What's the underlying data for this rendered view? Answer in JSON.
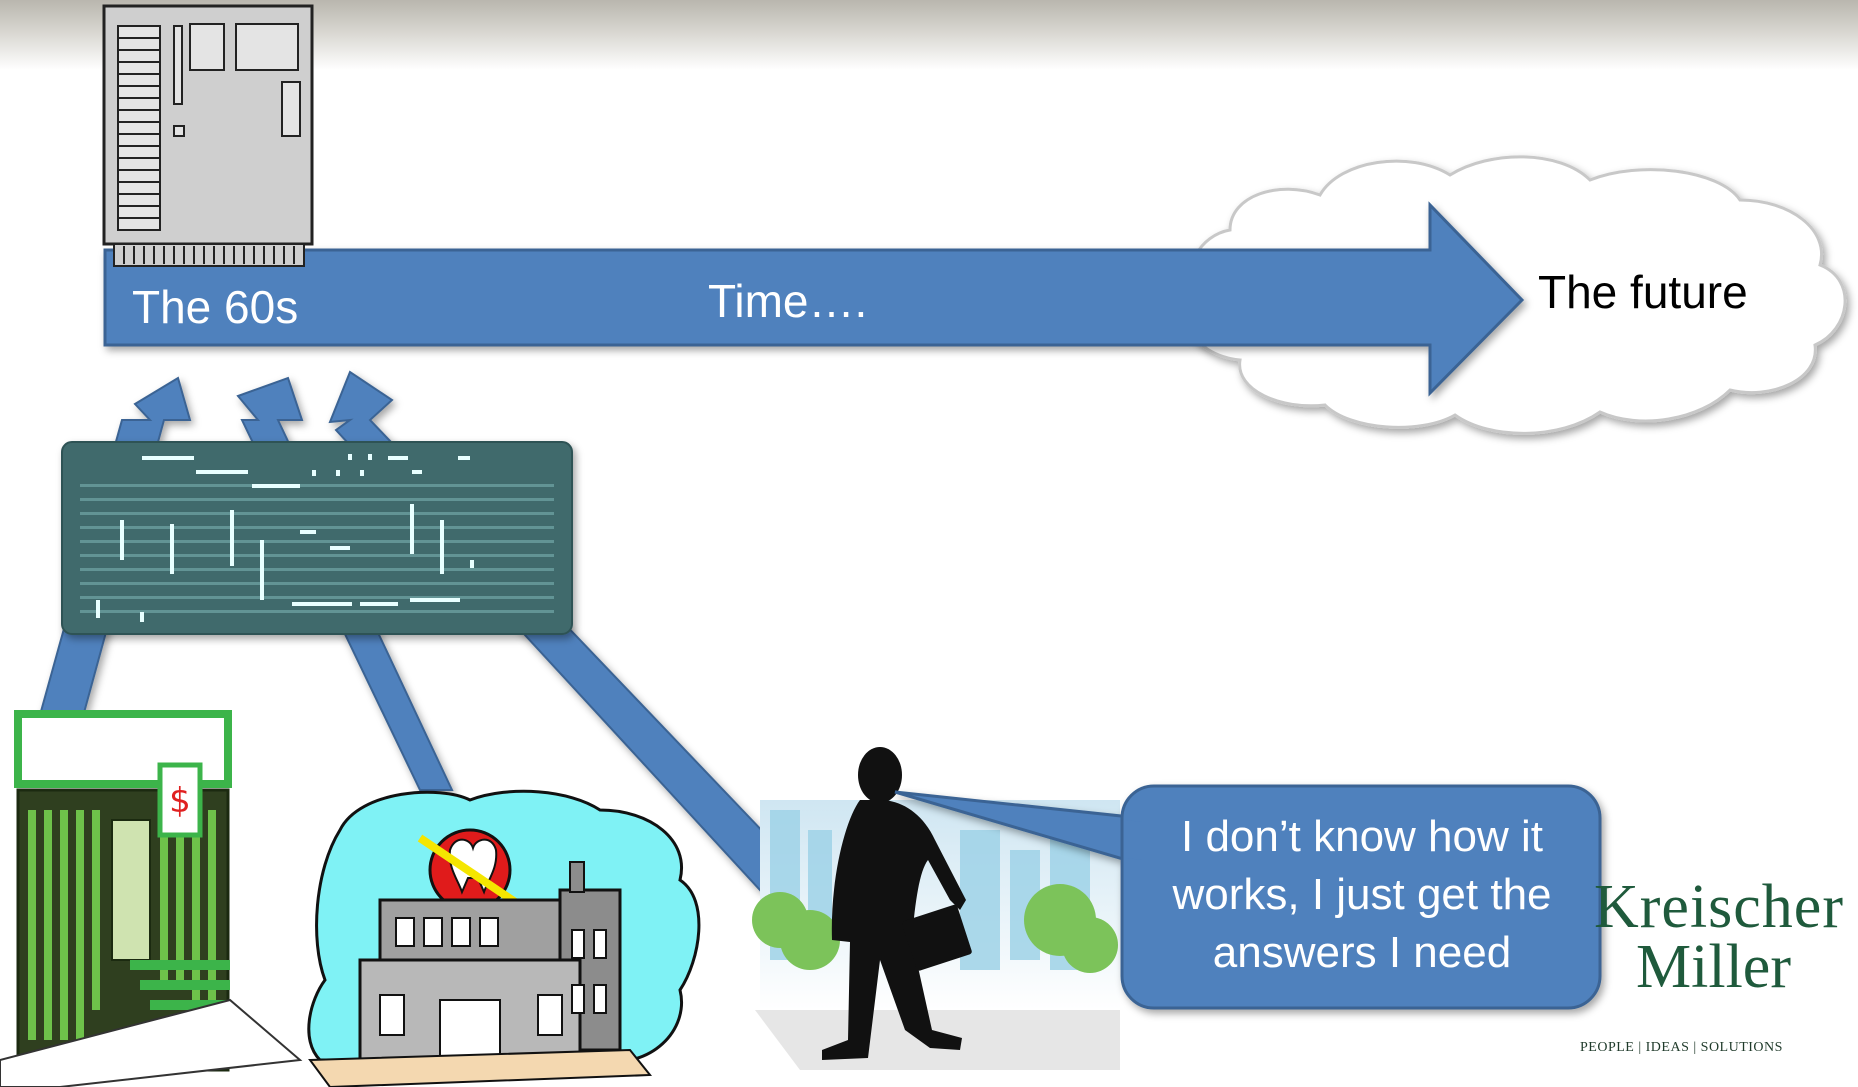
{
  "timeline": {
    "start_label": "The 60s",
    "middle_label": "Time….",
    "end_label": "The future"
  },
  "speech_bubble": {
    "text": "I don’t know how it works, I just get the answers I need"
  },
  "logo": {
    "line1": "Kreischer",
    "line2": "Miller",
    "tagline": "PEOPLE | IDEAS | SOLUTIONS"
  },
  "colors": {
    "arrow_blue": "#4f81bd",
    "arrow_border": "#3a6494",
    "logo_green": "#1f5a3c",
    "punch_card": "#3f6a6c",
    "building_green": "#3cb44a"
  },
  "icons": {
    "mainframe": "computer-board-icon",
    "punch_card": "punch-card-icon",
    "pharmacy": "pharmacy-building-icon",
    "dentist": "dental-office-icon",
    "businessman": "walking-businessman-icon",
    "cloud": "cloud-icon"
  }
}
